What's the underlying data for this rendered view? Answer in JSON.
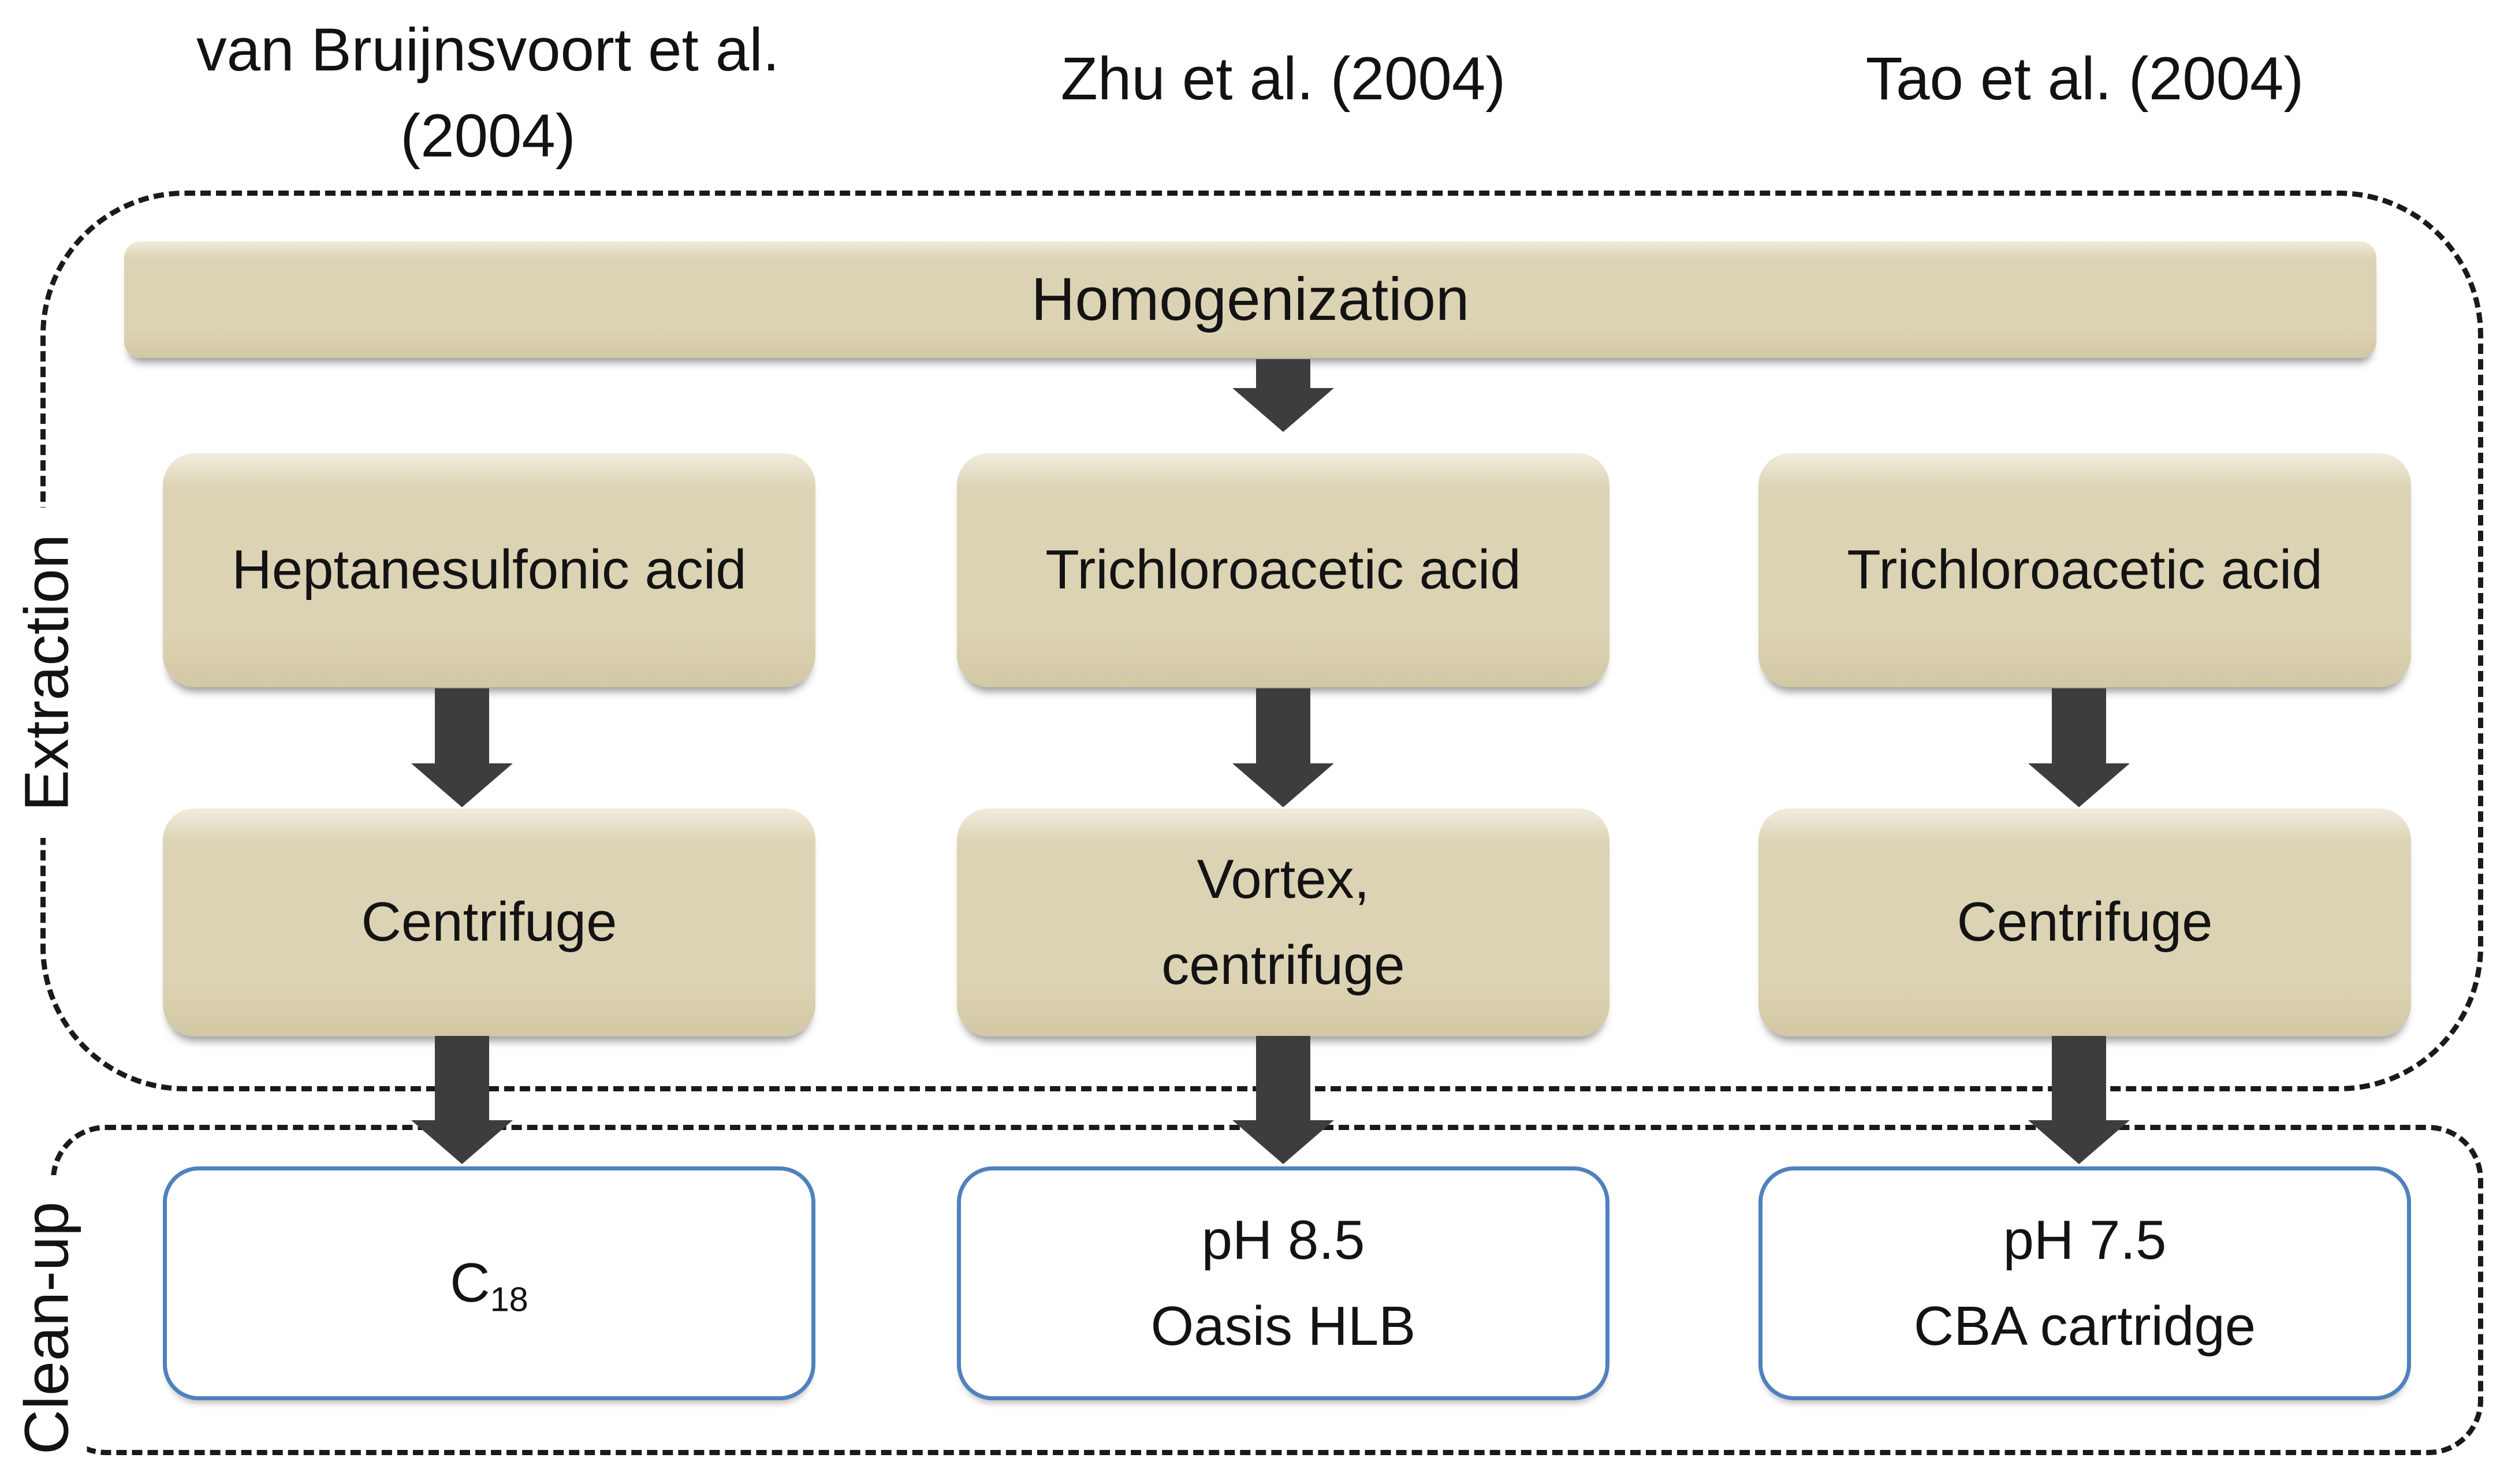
{
  "figure": {
    "headers": [
      "van Bruijnsvoort et al. (2004)",
      "Zhu et al. (2004)",
      "Tao et al. (2004)"
    ],
    "sections": {
      "extraction": {
        "label": "Extraction",
        "homogenization": "Homogenization",
        "row1": [
          "Heptanesulfonic acid",
          "Trichloroacetic acid",
          "Trichloroacetic acid"
        ],
        "row2": [
          {
            "lines": [
              "Centrifuge"
            ]
          },
          {
            "lines": [
              "Vortex,",
              "centrifuge"
            ]
          },
          {
            "lines": [
              "Centrifuge"
            ]
          }
        ]
      },
      "cleanup": {
        "label": "Clean-up",
        "boxes": [
          {
            "main": "C",
            "sub": "18"
          },
          {
            "lines": [
              "pH 8.5",
              "Oasis HLB"
            ]
          },
          {
            "lines": [
              "pH 7.5",
              "CBA cartridge"
            ]
          }
        ]
      }
    },
    "colors": {
      "process_box_fill": "#dcd3b4",
      "cleanup_box_border": "#4f81bd",
      "arrow": "#3d3d3d",
      "dashed_border": "#1a1a1a"
    }
  }
}
